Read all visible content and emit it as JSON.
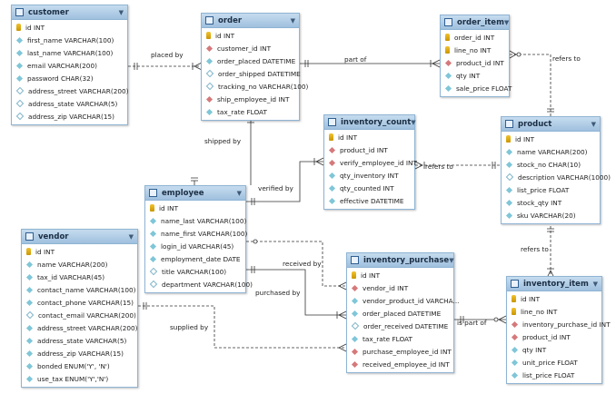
{
  "entities": [
    {
      "id": "customer",
      "title": "customer",
      "fields": [
        {
          "label": "id INT",
          "kind": "key"
        },
        {
          "label": "first_name VARCHAR(100)",
          "kind": "col"
        },
        {
          "label": "last_name VARCHAR(100)",
          "kind": "col"
        },
        {
          "label": "email VARCHAR(200)",
          "kind": "col"
        },
        {
          "label": "password CHAR(32)",
          "kind": "col"
        },
        {
          "label": "address_street VARCHAR(200)",
          "kind": "col-o"
        },
        {
          "label": "address_state VARCHAR(5)",
          "kind": "col-o"
        },
        {
          "label": "address_zip VARCHAR(15)",
          "kind": "col-o"
        }
      ]
    },
    {
      "id": "order",
      "title": "order",
      "fields": [
        {
          "label": "id INT",
          "kind": "key"
        },
        {
          "label": "customer_id INT",
          "kind": "fk"
        },
        {
          "label": "order_placed DATETIME",
          "kind": "col"
        },
        {
          "label": "order_shipped DATETIME",
          "kind": "col-o"
        },
        {
          "label": "tracking_no VARCHAR(100)",
          "kind": "col-o"
        },
        {
          "label": "ship_employee_id INT",
          "kind": "fk"
        },
        {
          "label": "tax_rate FLOAT",
          "kind": "col"
        }
      ]
    },
    {
      "id": "order_item",
      "title": "order_item",
      "fields": [
        {
          "label": "order_id INT",
          "kind": "key"
        },
        {
          "label": "line_no INT",
          "kind": "key"
        },
        {
          "label": "product_id INT",
          "kind": "fk"
        },
        {
          "label": "qty INT",
          "kind": "col"
        },
        {
          "label": "sale_price FLOAT",
          "kind": "col"
        }
      ]
    },
    {
      "id": "inventory_count",
      "title": "inventory_count",
      "fields": [
        {
          "label": "id INT",
          "kind": "key"
        },
        {
          "label": "product_id INT",
          "kind": "fk"
        },
        {
          "label": "verify_employee_id INT",
          "kind": "fk"
        },
        {
          "label": "qty_inventory INT",
          "kind": "col"
        },
        {
          "label": "qty_counted INT",
          "kind": "col"
        },
        {
          "label": "effective DATETIME",
          "kind": "col"
        }
      ]
    },
    {
      "id": "product",
      "title": "product",
      "fields": [
        {
          "label": "id INT",
          "kind": "key"
        },
        {
          "label": "name VARCHAR(200)",
          "kind": "col"
        },
        {
          "label": "stock_no CHAR(10)",
          "kind": "col"
        },
        {
          "label": "description VARCHAR(1000)",
          "kind": "col-o"
        },
        {
          "label": "list_price FLOAT",
          "kind": "col"
        },
        {
          "label": "stock_qty INT",
          "kind": "col"
        },
        {
          "label": "sku VARCHAR(20)",
          "kind": "col"
        }
      ]
    },
    {
      "id": "employee",
      "title": "employee",
      "fields": [
        {
          "label": "id INT",
          "kind": "key"
        },
        {
          "label": "name_last VARCHAR(100)",
          "kind": "col"
        },
        {
          "label": "name_first VARCHAR(100)",
          "kind": "col"
        },
        {
          "label": "login_id VARCHAR(45)",
          "kind": "col"
        },
        {
          "label": "employment_date DATE",
          "kind": "col"
        },
        {
          "label": "title VARCHAR(100)",
          "kind": "col-o"
        },
        {
          "label": "department VARCHAR(100)",
          "kind": "col-o"
        }
      ]
    },
    {
      "id": "vendor",
      "title": "vendor",
      "fields": [
        {
          "label": "id INT",
          "kind": "key"
        },
        {
          "label": "name VARCHAR(200)",
          "kind": "col"
        },
        {
          "label": "tax_id VARCHAR(45)",
          "kind": "col"
        },
        {
          "label": "contact_name VARCHAR(100)",
          "kind": "col"
        },
        {
          "label": "contact_phone VARCHAR(15)",
          "kind": "col"
        },
        {
          "label": "contact_email VARCHAR(200)",
          "kind": "col-o"
        },
        {
          "label": "address_street VARCHAR(200)",
          "kind": "col"
        },
        {
          "label": "address_state VARCHAR(5)",
          "kind": "col"
        },
        {
          "label": "address_zip VARCHAR(15)",
          "kind": "col"
        },
        {
          "label": "bonded ENUM('Y', 'N')",
          "kind": "col"
        },
        {
          "label": "use_tax ENUM('Y','N')",
          "kind": "col"
        }
      ]
    },
    {
      "id": "inventory_purchase",
      "title": "inventory_purchase",
      "fields": [
        {
          "label": "id INT",
          "kind": "key"
        },
        {
          "label": "vendor_id INT",
          "kind": "fk"
        },
        {
          "label": "vendor_product_id VARCHA...",
          "kind": "col"
        },
        {
          "label": "order_placed DATETIME",
          "kind": "col"
        },
        {
          "label": "order_received DATETIME",
          "kind": "col-o"
        },
        {
          "label": "tax_rate FLOAT",
          "kind": "col"
        },
        {
          "label": "purchase_employee_id INT",
          "kind": "fk"
        },
        {
          "label": "received_employee_id INT",
          "kind": "fk"
        }
      ]
    },
    {
      "id": "inventory_item",
      "title": "inventory_item",
      "fields": [
        {
          "label": "id INT",
          "kind": "key"
        },
        {
          "label": "line_no INT",
          "kind": "key"
        },
        {
          "label": "inventory_purchase_id INT",
          "kind": "fk"
        },
        {
          "label": "product_id INT",
          "kind": "fk"
        },
        {
          "label": "qty INT",
          "kind": "col"
        },
        {
          "label": "unit_price FLOAT",
          "kind": "col"
        },
        {
          "label": "list_price FLOAT",
          "kind": "col"
        }
      ]
    }
  ],
  "relationships": {
    "placed_by": "placed by",
    "part_of": "part of",
    "refers_to_1": "refers to",
    "shipped_by": "shipped by",
    "refers_to_2": "refers to",
    "verified_by": "verified by",
    "refers_to_3": "refers to",
    "received_by": "received by",
    "purchased_by": "purchased by",
    "is_part_of": "is part of",
    "supplied_by": "supplied by"
  },
  "colors": {
    "header": "#a9c8e3",
    "border": "#8fb4d4",
    "key": "#e5b21a",
    "fk": "#d5797b",
    "col": "#7fc6d8"
  }
}
